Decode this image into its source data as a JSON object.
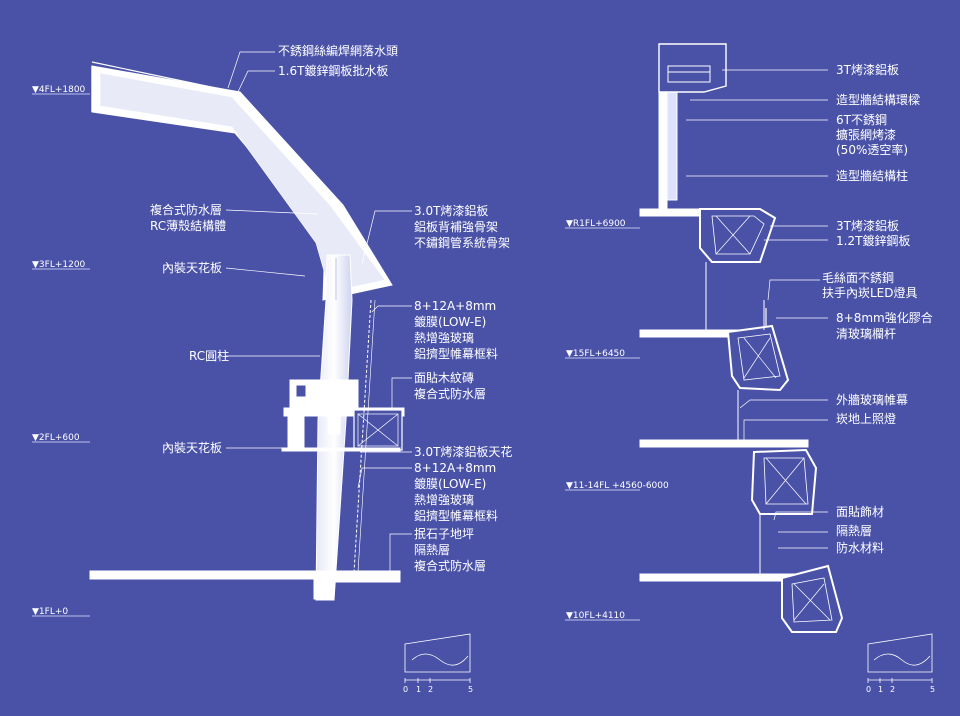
{
  "left_section": {
    "levels": [
      "▼4FL+1800",
      "▼3FL+1200",
      "▼2FL+600",
      "▼1FL+0"
    ],
    "annotations": {
      "stainless_drain": "不銹鋼絲編焊網落水頭",
      "galv_flashing": "1.6T鍍鋅鋼板批水板",
      "composite_waterproof": "複合式防水層",
      "rc_thin_shell": "RC薄殼結構體",
      "interior_ceiling": "內裝天花板",
      "rc_column": "RC圓柱",
      "interior_ceiling_2": "內裝天花板",
      "al_panel": "3.0T烤漆鋁板",
      "al_back_frame": "鋁板背補強骨架",
      "ss_pipe_frame": "不鏽鋼管系統骨架",
      "glass_spec": "8+12A+8mm",
      "low_e": "鍍膜(LOW-E)",
      "tempered_glass": "熱增強玻璃",
      "curtain_frame": "鋁擠型帷幕框料",
      "wood_tile": "面貼木紋磚",
      "composite_waterproof_2": "複合式防水層",
      "al_ceiling": "3.0T烤漆鋁板天花",
      "glass_spec_2": "8+12A+8mm",
      "low_e_2": "鍍膜(LOW-E)",
      "tempered_glass_2": "熱增強玻璃",
      "curtain_frame_2": "鋁擠型帷幕框料",
      "terrazzo": "抿石子地坪",
      "insulation": "隔熱層",
      "composite_waterproof_3": "複合式防水層"
    },
    "scale_ticks": [
      "0",
      "1",
      "2",
      "5"
    ]
  },
  "right_section": {
    "levels": [
      "▼R1FL+6900",
      "▼15FL+6450",
      "▼11-14FL +4560-6000",
      "▼10FL+4110"
    ],
    "annotations": {
      "al_3t": "3T烤漆鋁板",
      "wall_ring_beam": "造型牆結構環樑",
      "ss_6t": "6T不銹鋼",
      "expanded_mesh": "擴張網烤漆",
      "perforation": "(50%透空率)",
      "wall_column": "造型牆結構柱",
      "al_3t_2": "3T烤漆鋁板",
      "galv_12": "1.2T鍍鋅鋼板",
      "brushed_ss": "毛絲面不銹鋼",
      "led_handrail": "扶手內崁LED燈具",
      "laminated_glass": "8+8mm強化膠合",
      "glass_railing": "清玻璃欄杆",
      "outer_curtain": "外牆玻璃帷幕",
      "floor_light": "崁地上照燈",
      "finish": "面貼飾材",
      "insulation": "隔熱層",
      "waterproof": "防水材料"
    },
    "scale_ticks": [
      "0",
      "1",
      "2",
      "5"
    ]
  },
  "colors": {
    "background": "#4a52a8",
    "line": "#ffffff"
  }
}
